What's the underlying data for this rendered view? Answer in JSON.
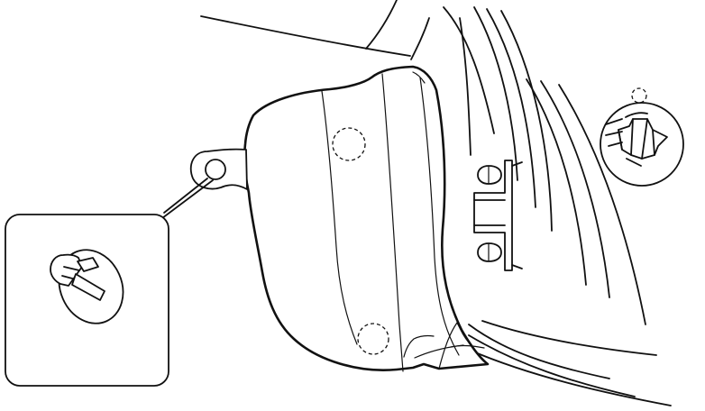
{
  "diagram": {
    "parts": [
      {
        "name": "wheel-arch-mud-guard"
      },
      {
        "name": "body-pillar"
      },
      {
        "name": "door-hinge-assembly"
      },
      {
        "name": "mounting-clip"
      }
    ],
    "callouts": [
      {
        "name": "clip-detail-callout-left"
      },
      {
        "name": "clip-detail-callout-right"
      }
    ]
  }
}
